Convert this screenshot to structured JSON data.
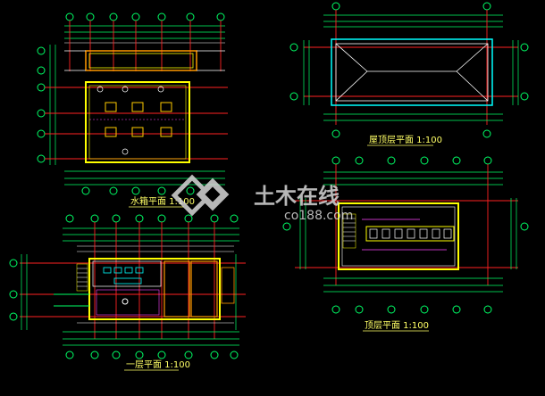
{
  "titles": {
    "water_tank_plan": "水箱平面 1:100",
    "roof_plan": "屋顶层平面 1:100",
    "first_floor_plan": "一层平面 1:100",
    "top_floor_plan": "顶层平面 1:100"
  },
  "watermark": {
    "cn": "土木在线",
    "en": "co188.com"
  },
  "colors": {
    "background": "#000000",
    "grid_red": "#ff2222",
    "wall_yellow": "#ffff00",
    "dimension_green": "#00ff66",
    "accent_magenta": "#ff44ff",
    "accent_cyan": "#00ffff"
  }
}
